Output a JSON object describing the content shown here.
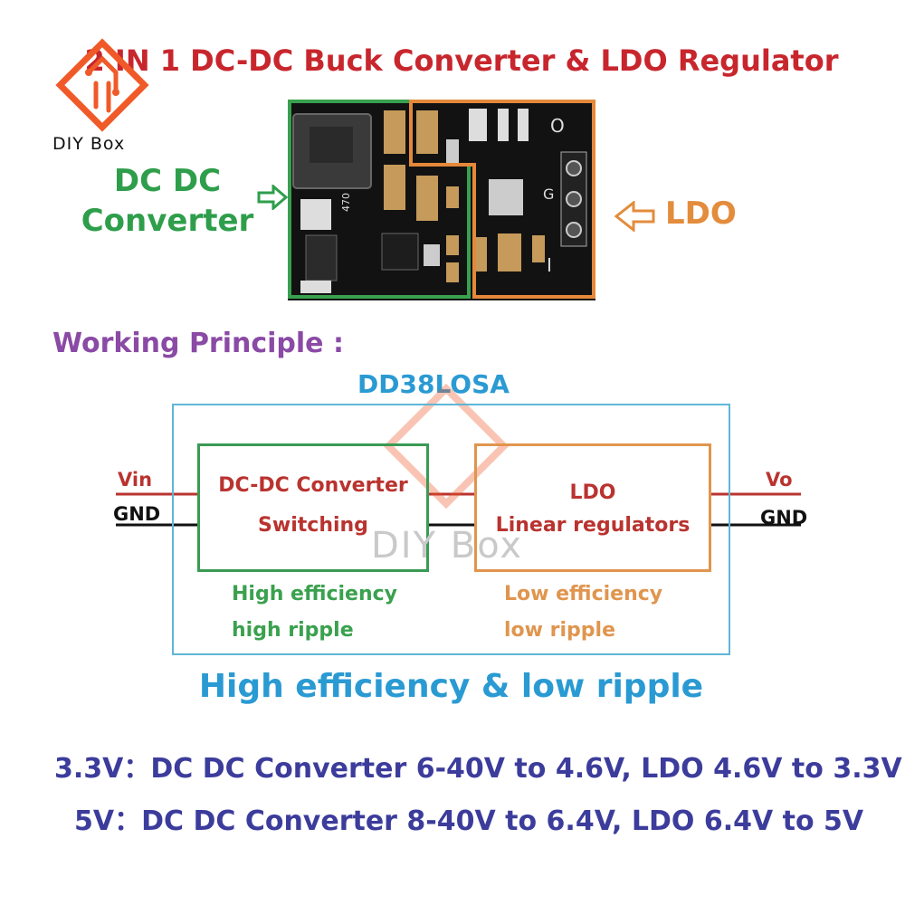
{
  "brand": {
    "name": "DIY Box",
    "logo_color": "#f05a28"
  },
  "title": "2 IN 1 DC-DC Buck Converter & LDO Regulator",
  "board": {
    "dcdc_label_line1": "DC DC",
    "dcdc_label_line2": "Converter",
    "ldo_label": "LDO",
    "silk_470": "470",
    "pin_o": "O",
    "pin_g": "G",
    "pin_i": "I"
  },
  "working_principle": "Working Principle :",
  "diagram": {
    "module_name": "DD38LOSA",
    "input_pos": "Vin",
    "input_gnd": "GND",
    "output_pos": "Vo",
    "output_gnd": "GND",
    "dcdc_title": "DC-DC Converter",
    "dcdc_sub": "Switching",
    "ldo_title": "LDO",
    "ldo_sub": "Linear regulators",
    "dcdc_note1": "High efficiency",
    "dcdc_note2": "high ripple",
    "ldo_note1": "Low efficiency",
    "ldo_note2": "low ripple",
    "watermark": "DIY Box"
  },
  "tagline": "High efficiency & low ripple",
  "specs": [
    "3.3V：DC DC Converter 6-40V to 4.6V, LDO 4.6V to 3.3V",
    "5V：DC DC Converter 8-40V to 6.4V, LDO 6.4V to 5V"
  ],
  "colors": {
    "title": "#c8262d",
    "green": "#2e9e4b",
    "orange": "#e38c3c",
    "purple": "#8a4aa5",
    "blue": "#2a9ad3",
    "navy": "#3c3c9c"
  }
}
